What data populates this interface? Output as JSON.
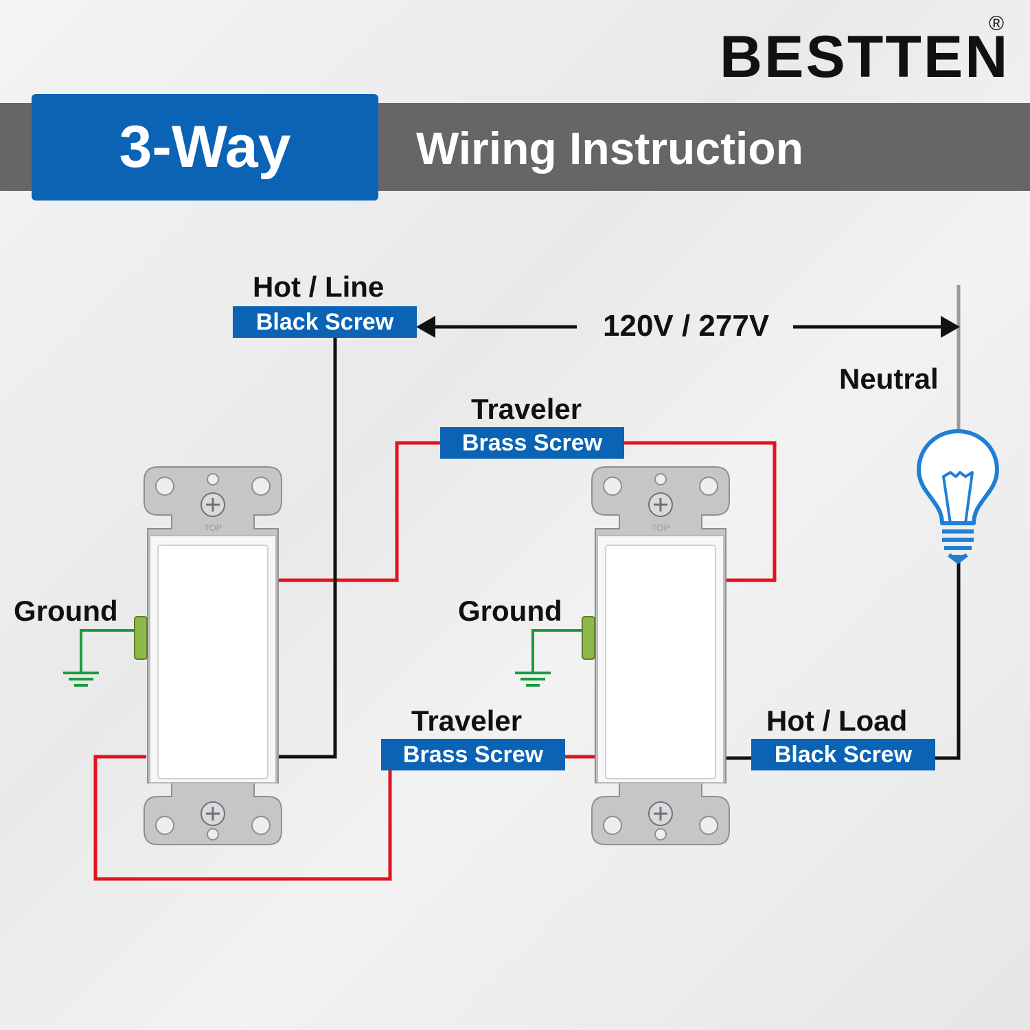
{
  "brand": {
    "name": "BESTTEN",
    "registered": "®"
  },
  "banner": {
    "main": "3-Way",
    "sub": "Wiring Instruction"
  },
  "diagram": {
    "hot_line": {
      "title": "Hot / Line",
      "tag": "Black Screw"
    },
    "voltage": "120V / 277V",
    "neutral": "Neutral",
    "traveler_top": {
      "title": "Traveler",
      "tag": "Brass Screw"
    },
    "traveler_bottom": {
      "title": "Traveler",
      "tag": "Brass Screw"
    },
    "hot_load": {
      "title": "Hot / Load",
      "tag": "Black Screw"
    },
    "ground_left": "Ground",
    "ground_right": "Ground",
    "switch_top_mark": "TOP"
  },
  "colors": {
    "accent_blue": "#0a63b5",
    "banner_gray": "#666666",
    "wire_black": "#111111",
    "wire_red": "#e0141e",
    "wire_green": "#1a9a3a",
    "wire_gray": "#9a9a9a",
    "bulb_blue": "#1f7fd6"
  },
  "icons": [
    "light-bulb-icon",
    "ground-symbol-icon",
    "screw-icon",
    "arrow-left-icon",
    "arrow-right-icon"
  ]
}
